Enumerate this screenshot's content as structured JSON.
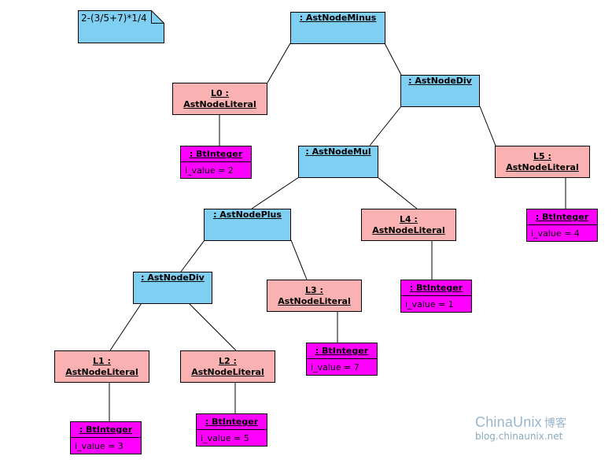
{
  "note": {
    "text": "2-(3/5+7)*1/4"
  },
  "nodes": {
    "minus": {
      "label": ": AstNodeMinus"
    },
    "div_top": {
      "label": ": AstNodeDiv"
    },
    "mul": {
      "label": ": AstNodeMul"
    },
    "plus": {
      "label": ": AstNodePlus"
    },
    "div_low": {
      "label": ": AstNodeDiv"
    },
    "l0": {
      "line1": "L0 :",
      "line2": "AstNodeLiteral"
    },
    "l1": {
      "line1": "L1 :",
      "line2": "AstNodeLiteral"
    },
    "l2": {
      "line1": "L2 :",
      "line2": "AstNodeLiteral"
    },
    "l3": {
      "line1": "L3 :",
      "line2": "AstNodeLiteral"
    },
    "l4": {
      "line1": "L4 :",
      "line2": "AstNodeLiteral"
    },
    "l5": {
      "line1": "L5 :",
      "line2": "AstNodeLiteral"
    }
  },
  "integers": {
    "b0": {
      "title": ": BtInteger",
      "value": "i_value = 2"
    },
    "b1": {
      "title": ": BtInteger",
      "value": "i_value = 3"
    },
    "b2": {
      "title": ": BtInteger",
      "value": "i_value = 5"
    },
    "b3": {
      "title": ": BtInteger",
      "value": "i_value = 7"
    },
    "b4": {
      "title": ": BtInteger",
      "value": "i_value = 1"
    },
    "b5": {
      "title": ": BtInteger",
      "value": "i_value = 4"
    }
  },
  "watermark": {
    "brand": "ChinaUnix",
    "brand_cn": "博客",
    "url": "blog.chinaunix.net"
  },
  "colors": {
    "ast_node": "#7ecff2",
    "literal_node": "#f9b1b1",
    "integer_object": "#ff00ff",
    "note": "#7ecff2"
  }
}
